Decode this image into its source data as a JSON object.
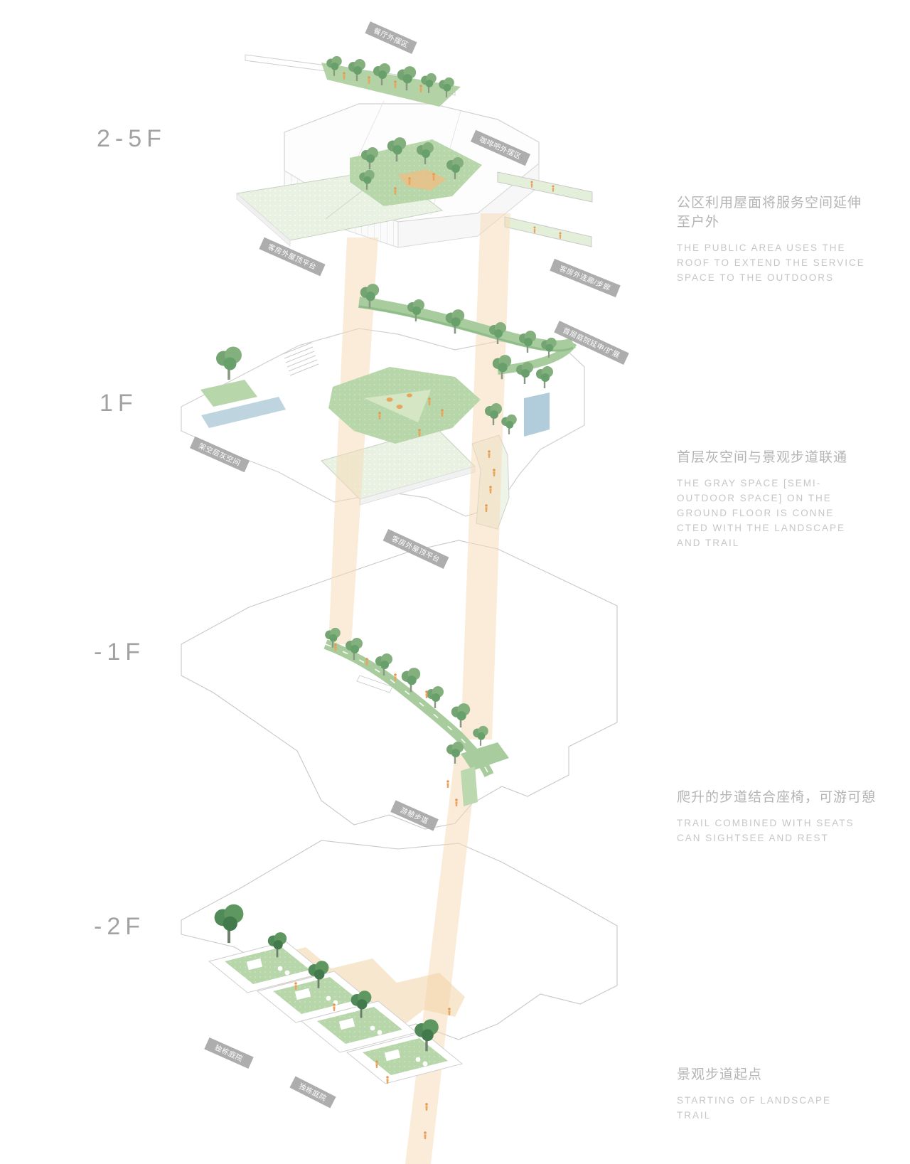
{
  "floors": [
    {
      "label": "2-5F"
    },
    {
      "label": "1F"
    },
    {
      "label": "-1F"
    },
    {
      "label": "-2F"
    }
  ],
  "annotations": [
    {
      "zh": "公区利用屋面将服务空间延伸\n至户外",
      "en": "THE PUBLIC AREA USES THE\nROOF TO EXTEND THE SERVICE\nSPACE TO THE OUTDOORS"
    },
    {
      "zh": "首层灰空间与景观步道联通",
      "en": "THE GRAY SPACE [SEMI-\nOUTDOOR SPACE] ON THE\nGROUND FLOOR IS CONNE\nCTED WITH THE LANDSCAPE\nAND TRAIL"
    },
    {
      "zh": "爬升的步道结合座椅，可游可憩",
      "en": "TRAIL COMBINED WITH SEATS\nCAN SIGHTSEE AND REST"
    },
    {
      "zh": "景观步道起点",
      "en": "STARTING OF LANDSCAPE\nTRAIL"
    }
  ],
  "tags": [
    {
      "text": "餐厅外摆区"
    },
    {
      "text": "咖啡吧外摆区"
    },
    {
      "text": "客房外屋顶平台"
    },
    {
      "text": "客房外连廊/步廊"
    },
    {
      "text": "首层庭院延申/扩展"
    },
    {
      "text": "架空层灰空间"
    },
    {
      "text": "客房外屋顶平台"
    },
    {
      "text": "游憩步道"
    },
    {
      "text": "独栋庭院"
    },
    {
      "text": "独栋庭院"
    }
  ],
  "colors": {
    "tree_green": "#74a472",
    "dark_tree_green": "#4f8a58",
    "garden_green": "#b7d6aa",
    "trail_green": "#a8cc9d",
    "platform_green_hatch": "#e9f2e2",
    "light_shaft_orange": "#f6d9b4",
    "figure_orange": "#e8a55d",
    "glass_blue": "#b3ccd9",
    "tag_gray": "#a6a6a6",
    "outline_gray": "#c9c9c9",
    "label_gray": "#a2a2a2",
    "annotation_zh_gray": "#b4b4b4",
    "annotation_en_gray": "#c6c6c6"
  }
}
